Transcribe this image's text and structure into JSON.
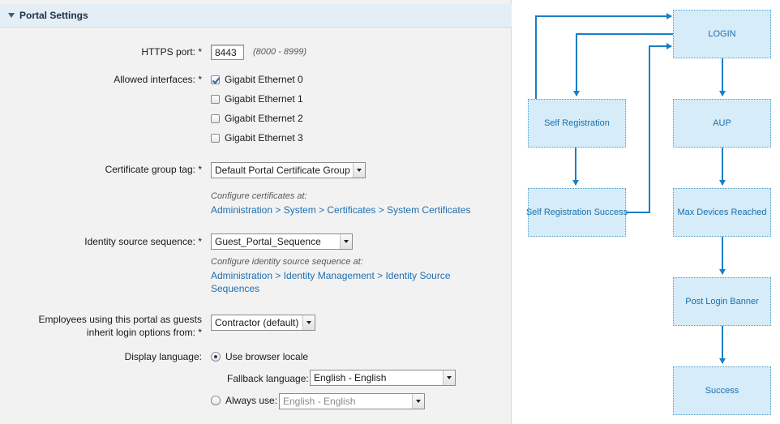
{
  "section": {
    "title": "Portal Settings"
  },
  "https_port": {
    "label": "HTTPS port: *",
    "value": "8443",
    "range_hint": "(8000 - 8999)"
  },
  "allowed_interfaces": {
    "label": "Allowed interfaces: *",
    "options": [
      {
        "label": "Gigabit Ethernet 0",
        "checked": true
      },
      {
        "label": "Gigabit Ethernet 1",
        "checked": false
      },
      {
        "label": "Gigabit Ethernet 2",
        "checked": false
      },
      {
        "label": "Gigabit Ethernet 3",
        "checked": false
      }
    ]
  },
  "certificate_group": {
    "label": "Certificate group tag: *",
    "value": "Default Portal Certificate Group",
    "hint": "Configure certificates at:",
    "link": "Administration > System > Certificates > System Certificates"
  },
  "identity_source": {
    "label": "Identity source sequence: *",
    "value": "Guest_Portal_Sequence",
    "hint": "Configure identity source sequence at:",
    "link_line1": "Administration > Identity Management > Identity Source",
    "link_line2": "Sequences"
  },
  "employees_login": {
    "label_line1": "Employees using this portal as guests",
    "label_line2": "inherit login options from: *",
    "value": "Contractor (default)"
  },
  "display_language": {
    "label": "Display language:",
    "browser_locale_label": "Use browser locale",
    "browser_locale_selected": true,
    "fallback_label": "Fallback language:",
    "fallback_value": "English - English",
    "always_use_label": "Always use:",
    "always_use_selected": false,
    "always_use_value": "English - English"
  },
  "flow": {
    "nodes": {
      "login": "LOGIN",
      "self_registration": "Self Registration",
      "aup": "AUP",
      "self_registration_success": "Self Registration Success",
      "max_devices": "Max Devices Reached",
      "post_login_banner": "Post Login Banner",
      "success": "Success"
    },
    "colors": {
      "box_fill": "#d6ecf8",
      "box_border": "#4aa0d4",
      "arrow": "#1a7fc4",
      "text": "#1b6fae"
    }
  }
}
